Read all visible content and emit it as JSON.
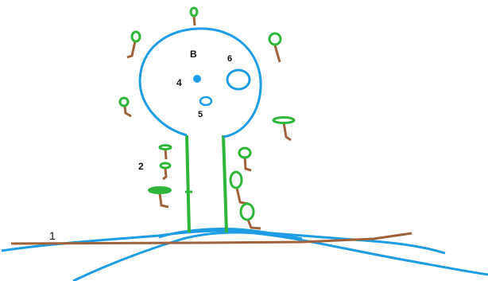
{
  "labels": {
    "ground": "1",
    "trunk": "2",
    "top": "B",
    "blob": "6",
    "center": "4",
    "lower": "5"
  },
  "colors": {
    "outline": "#1e9ce4",
    "trunk": "#2fb53a",
    "ground": "#a0623a",
    "tree_top": "#2fb53a",
    "tree_stem": "#a0623a",
    "background": "#ffffff"
  },
  "icons": {
    "tree": "tree-icon"
  }
}
